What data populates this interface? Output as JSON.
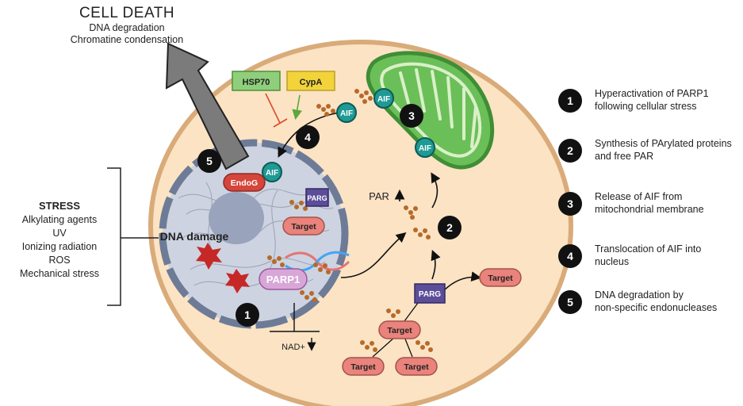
{
  "title": {
    "heading": "CELL DEATH",
    "lines": [
      "DNA degradation",
      "Chromatine condensation"
    ]
  },
  "stress": {
    "heading": "STRESS",
    "items": [
      "Alkylating agents",
      "UV",
      "Ionizing radiation",
      "ROS",
      "Mechanical stress"
    ],
    "damage_label": "DNA damage"
  },
  "labels": {
    "hsp70": "HSP70",
    "cypa": "CypA",
    "aif": "AIF",
    "endog": "EndoG",
    "parg": "PARG",
    "target": "Target",
    "parp1": "PARP1",
    "par": "PAR",
    "nad": "NAD+"
  },
  "steps": [
    "1",
    "2",
    "3",
    "4",
    "5"
  ],
  "legend": [
    {
      "num": "1",
      "text": "Hyperactivation of PARP1\nfollowing cellular stress"
    },
    {
      "num": "2",
      "text": "Synthesis of PArylated proteins\nand free PAR"
    },
    {
      "num": "3",
      "text": "Release of AIF from\nmitochondrial membrane"
    },
    {
      "num": "4",
      "text": "Translocation of AIF into\nnucleus"
    },
    {
      "num": "5",
      "text": "DNA degradation by\nnon-specific endonucleases"
    }
  ],
  "colors": {
    "cell_fill": "#fbe3c4",
    "cell_border": "#d9ab79",
    "nucleus_fill": "#cdd3e0",
    "nucleus_border": "#6d7b97",
    "mito_fill": "#7ccb6a",
    "aif_fill": "#1f9a94",
    "target_fill": "#e9837c",
    "parg_fill": "#5b4d98",
    "parp1_fill": "#d9a6d8",
    "hsp70_fill": "#8fcf7b",
    "cypa_fill": "#f2d33a"
  }
}
